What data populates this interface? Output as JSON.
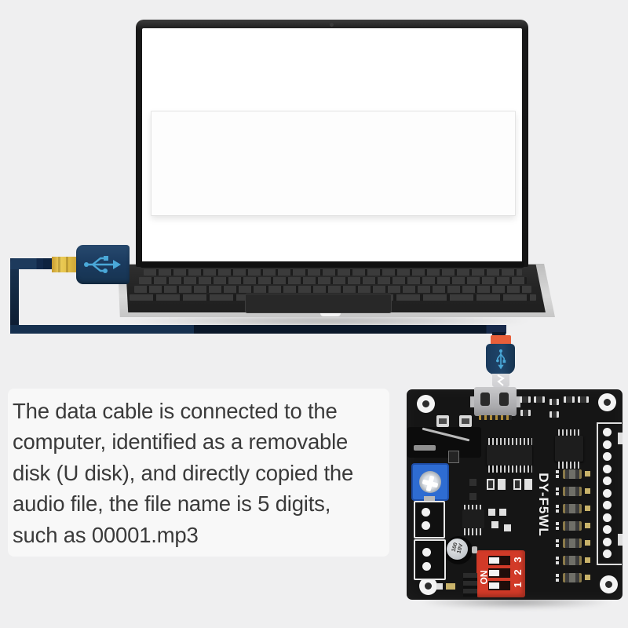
{
  "instruction": {
    "lines": [
      "The data cable is connected to the",
      "computer, identified as a removable",
      "disk (U disk), and directly copied the",
      "audio file, the file name is 5 digits,",
      "such as 00001.mp3"
    ]
  },
  "board": {
    "model": "DY-F5WL",
    "dip": {
      "on": "ON",
      "pins": [
        "1",
        "2",
        "3"
      ]
    },
    "capacitor": {
      "value": "100",
      "voltage": "10V"
    }
  },
  "colors": {
    "background": "#efeff0",
    "cable_navy": "#16304f",
    "cable_dark": "#0a1729",
    "plug_navy": "#1c3f63",
    "usb_icon_blue": "#4aa8d8",
    "strain_relief_orange": "#e85f3a",
    "connector_gold": "#e6c44c",
    "board_black": "#151515",
    "dip_red": "#d23a28",
    "trimmer_blue": "#2e6cd2"
  }
}
